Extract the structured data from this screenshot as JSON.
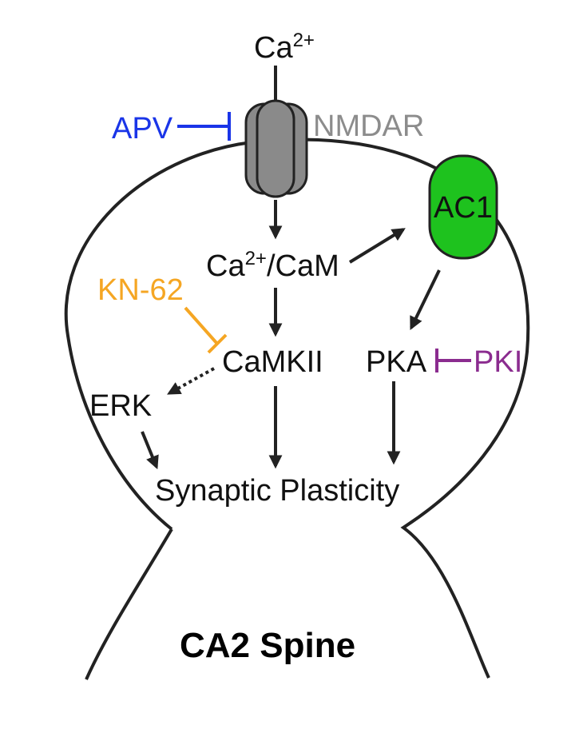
{
  "labels": {
    "ca_base": "Ca",
    "ca_sup": "2+",
    "nmdar": "NMDAR",
    "apv": "APV",
    "ac1": "AC1",
    "cacam_base": "Ca",
    "cacam_sup": "2+",
    "cacam_rest": "/CaM",
    "kn62": "KN-62",
    "camkii": "CaMKII",
    "pka": "PKA",
    "pki": "PKI",
    "erk": "ERK",
    "plasticity": "Synaptic Plasticity",
    "spine_title": "CA2 Spine"
  },
  "colors": {
    "apv": "#1a35e8",
    "nmdar": "#8c8c8c",
    "kn62": "#f5a623",
    "pki": "#8b2c8f",
    "ac1_fill": "#1ec21e",
    "channel_fill": "#8a8a8a"
  }
}
